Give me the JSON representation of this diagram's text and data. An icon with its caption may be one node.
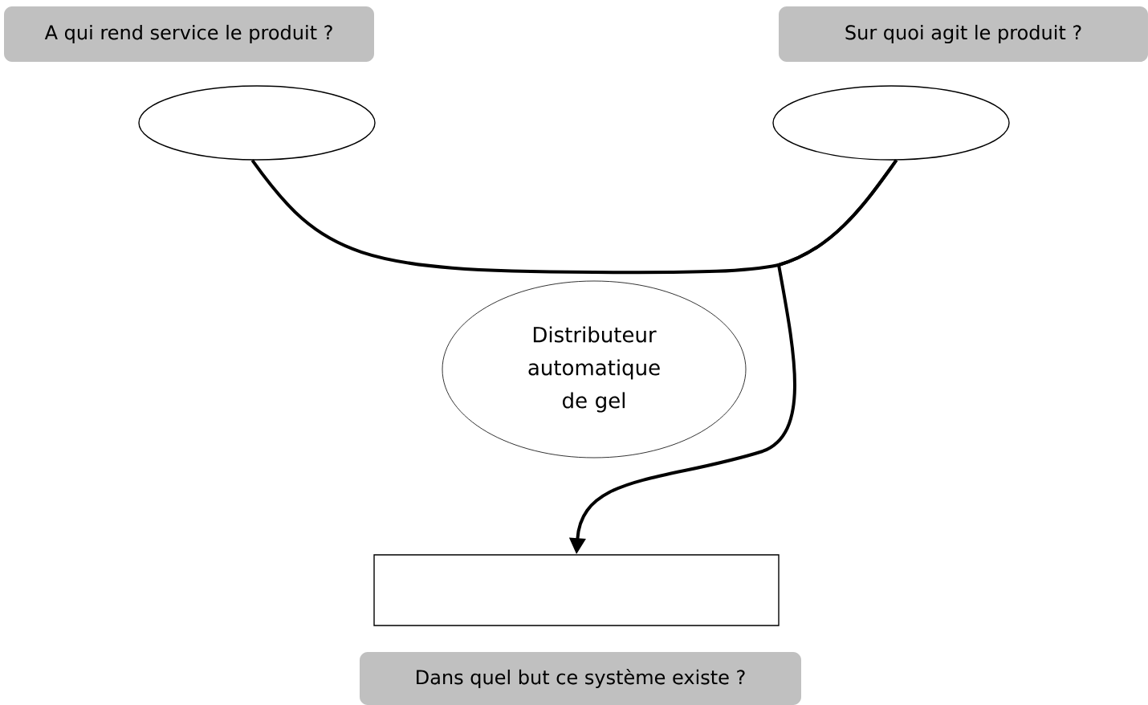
{
  "diagram": {
    "nodes": [
      {
        "text": [
          "A qui rend service le produit ?"
        ]
      },
      {
        "text": [
          "Sur quoi agit le produit ?"
        ]
      },
      {
        "text": [],
        "shape": "ellipse"
      },
      {
        "text": [],
        "shape": "ellipse"
      },
      {
        "text": [
          "Distributeur automatique de gel"
        ]
      },
      {
        "text": [],
        "shape": "box"
      },
      {
        "text": [
          "Dans quel but ce système existe ?"
        ]
      }
    ],
    "edges": [
      {
        "from": 2,
        "to": 3,
        "arrow": "none"
      },
      {
        "from": 3,
        "to": 5,
        "arrow": "to"
      }
    ]
  }
}
